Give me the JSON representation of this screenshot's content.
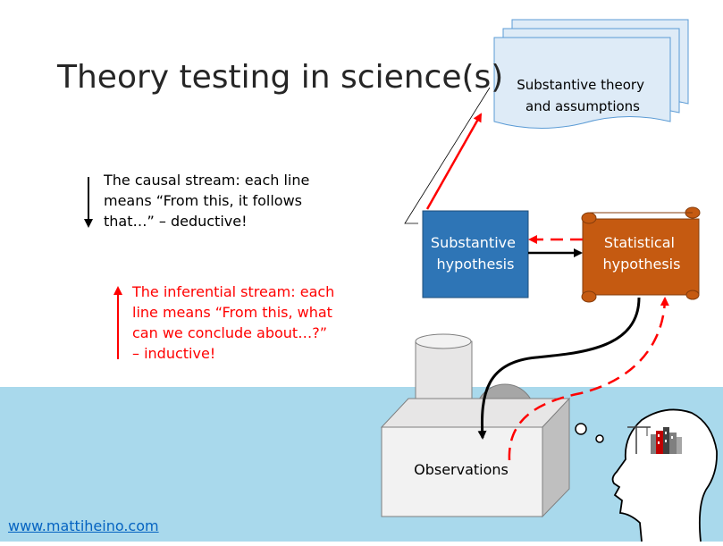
{
  "slide": {
    "title": "Theory testing in science(s)",
    "footer_link": "www.mattiheino.com"
  },
  "notes": {
    "causal": {
      "lines": [
        "The causal stream: each line",
        "means “From this, it follows",
        "that…” – deductive!"
      ],
      "color": "#000000"
    },
    "inferential": {
      "lines": [
        "The inferential stream: each",
        "line means “From this, what",
        "can we conclude about…?”",
        "– inductive!"
      ],
      "color": "#ff0000"
    }
  },
  "nodes": {
    "theory": {
      "lines": [
        "Substantive theory",
        "and assumptions"
      ],
      "fill": "#deebf7",
      "stroke": "#5b9bd5"
    },
    "substantive_hypothesis": {
      "lines": [
        "Substantive",
        "hypothesis"
      ],
      "fill": "#2e75b6",
      "text_color": "#ffffff"
    },
    "statistical_hypothesis": {
      "lines": [
        "Statistical",
        "hypothesis"
      ],
      "fill": "#c55a11",
      "text_color": "#ffffff"
    },
    "observations": {
      "label": "Observations",
      "fill": "#f2f2f2"
    }
  },
  "colors": {
    "water": "#a9d9ec",
    "causal_arrow": "#000000",
    "inferential_arrow": "#ff0000",
    "link": "#0563c1"
  },
  "icons": [
    "thinking-head-icon",
    "city-skyline-icon",
    "crane-icon",
    "thought-bubble-icon"
  ]
}
